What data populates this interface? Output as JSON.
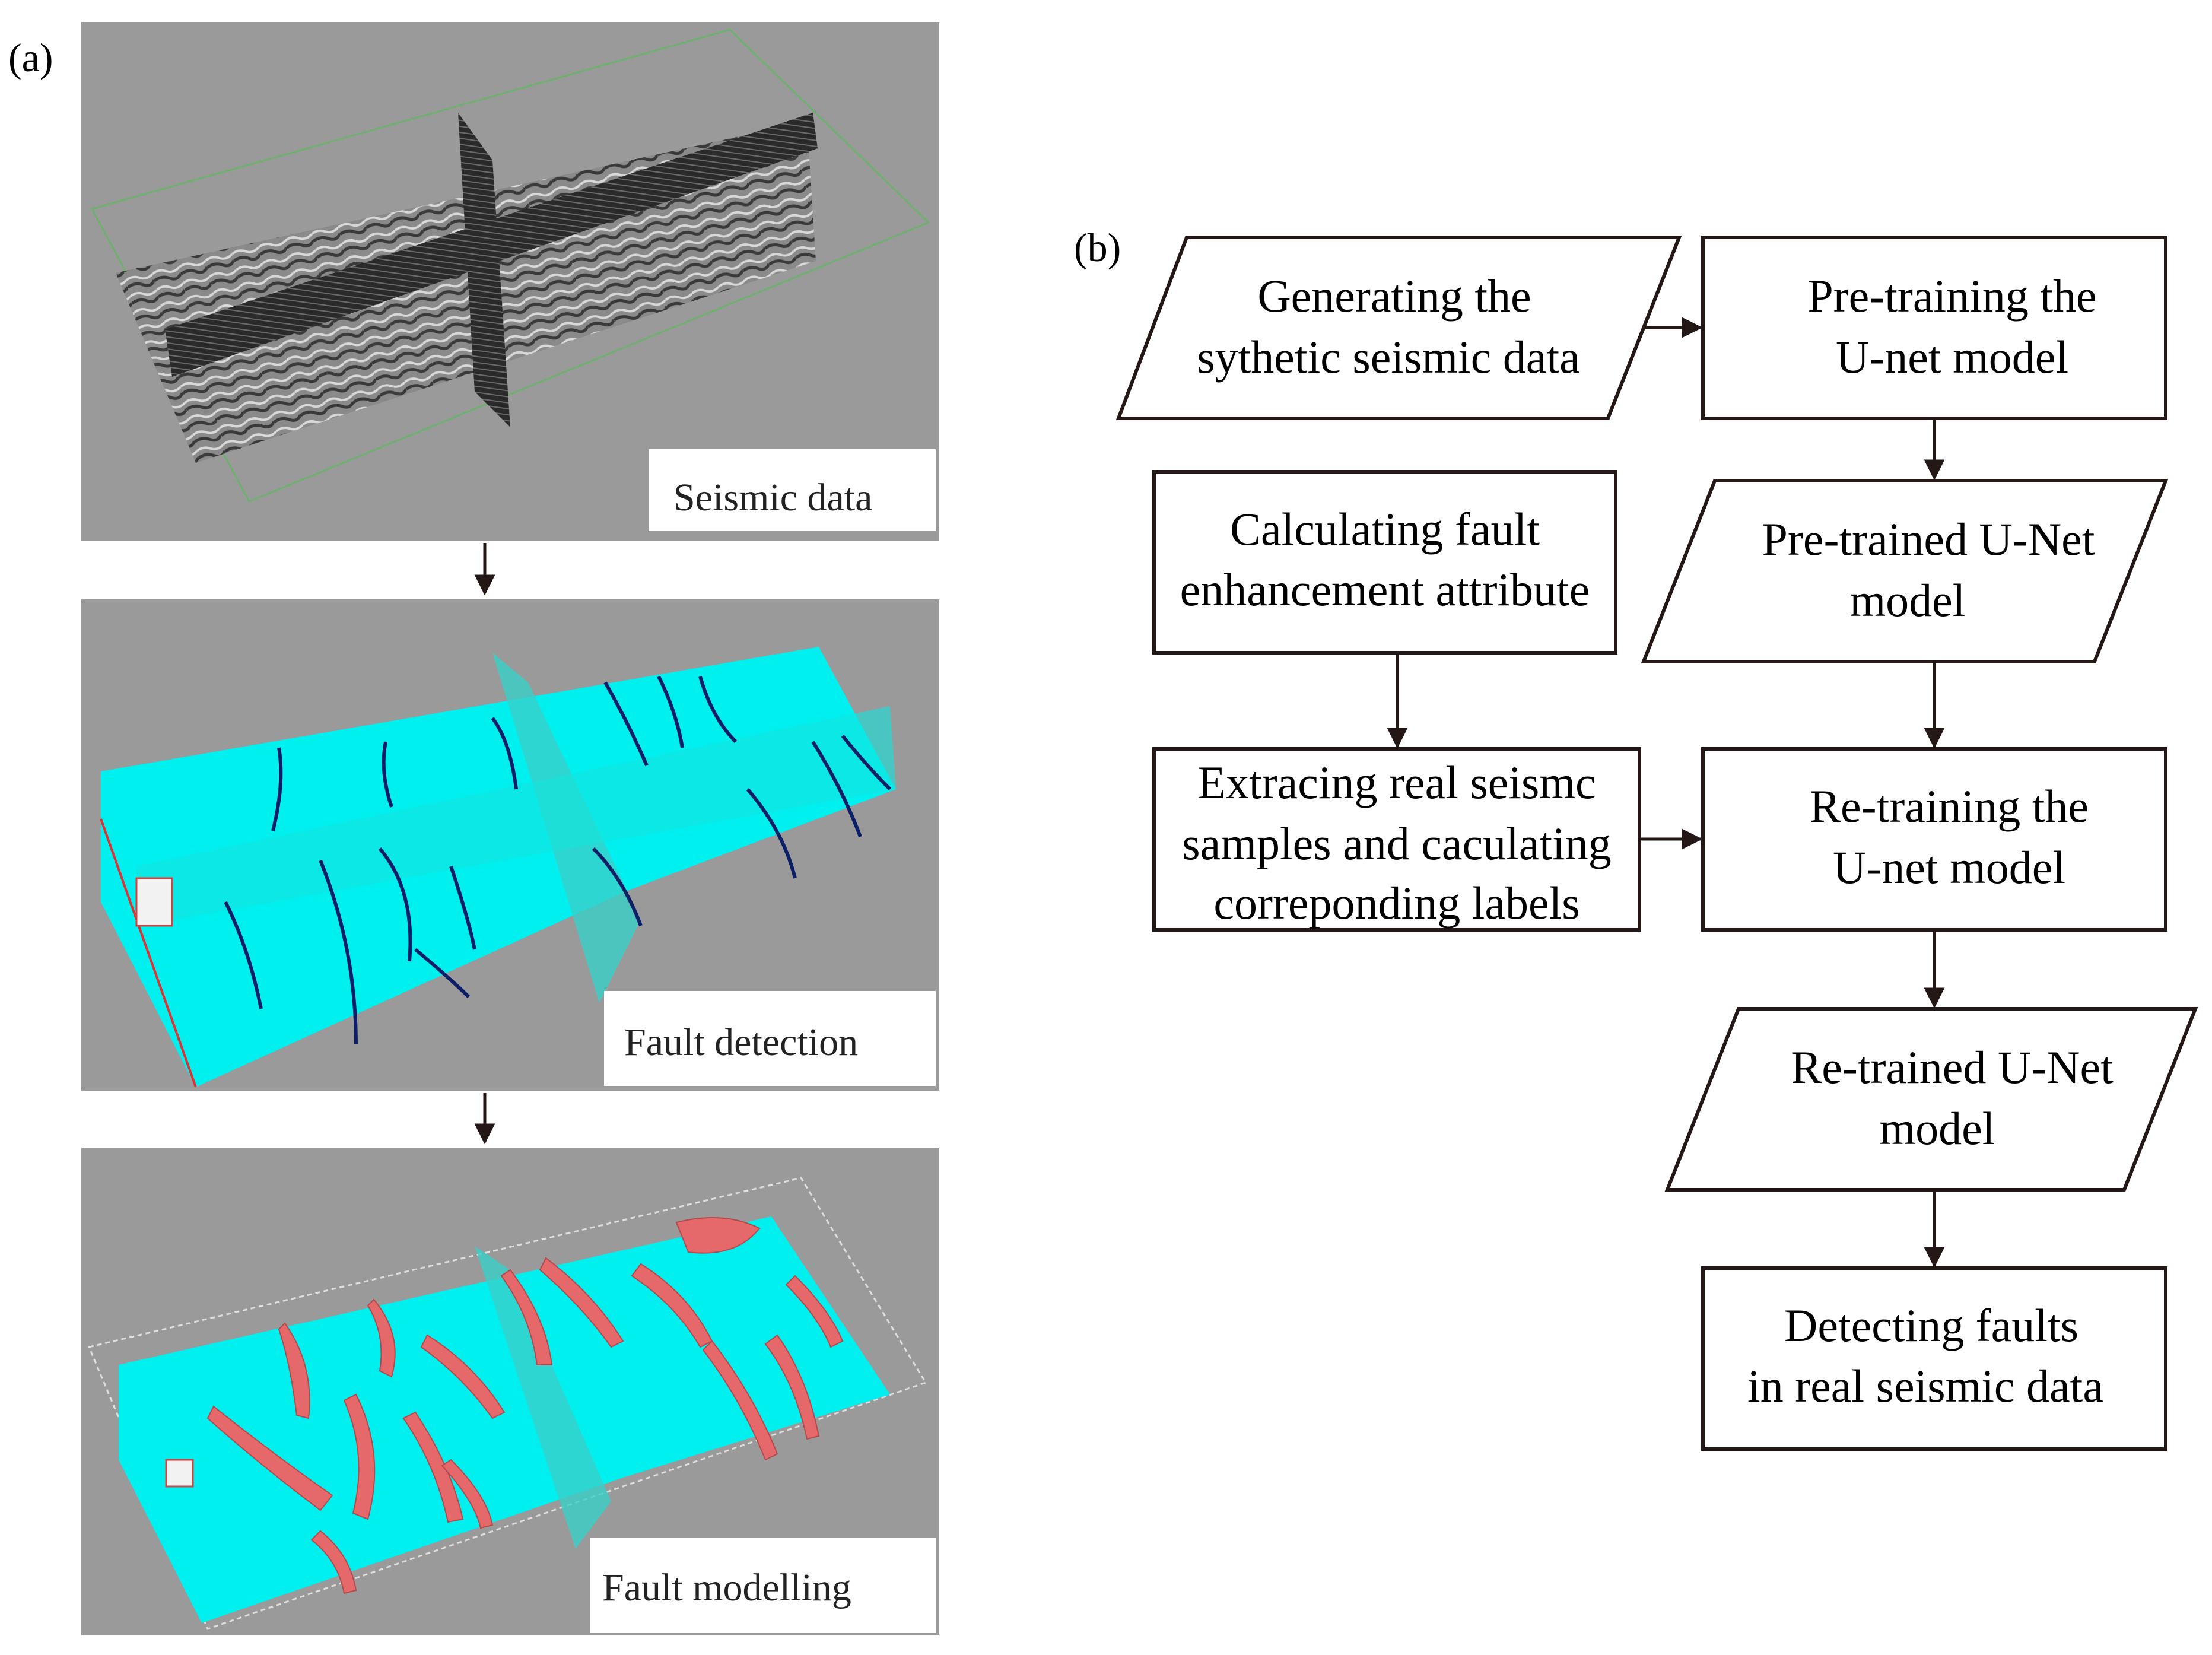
{
  "panel_a": {
    "label": "(a)",
    "captions": {
      "seismic": "Seismic data",
      "detection": "Fault detection",
      "modelling": "Fault modelling"
    },
    "colors": {
      "viewport_bg": "#9a9a9a",
      "seismic_grey": "#7d7d7d",
      "attribute_cyan": "#00f0f0",
      "fault_line": "#0d1f66",
      "fault_surface": "#e5696b"
    }
  },
  "panel_b": {
    "label": "(b)",
    "nodes": {
      "generate": {
        "shape": "parallelogram",
        "lines": [
          "Generating the",
          "sythetic seismic data"
        ]
      },
      "pretrain": {
        "shape": "rectangle",
        "lines": [
          "Pre-training the",
          "U-net model"
        ]
      },
      "pretrained": {
        "shape": "parallelogram",
        "lines": [
          "Pre-trained U-Net",
          "model"
        ]
      },
      "fault_attr": {
        "shape": "rectangle",
        "lines": [
          "Calculating fault",
          "enhancement attribute"
        ]
      },
      "extract": {
        "shape": "rectangle",
        "lines": [
          "Extracing real seismc",
          "samples and caculating",
          "correponding labels"
        ]
      },
      "retrain": {
        "shape": "rectangle",
        "lines": [
          "Re-training the",
          "U-net model"
        ]
      },
      "retrained": {
        "shape": "parallelogram",
        "lines": [
          "Re-trained U-Net",
          "model"
        ]
      },
      "detect": {
        "shape": "rectangle",
        "lines": [
          "Detecting faults",
          "in real seismic data"
        ]
      }
    },
    "edges": [
      [
        "generate",
        "pretrain"
      ],
      [
        "pretrain",
        "pretrained"
      ],
      [
        "pretrained",
        "retrain"
      ],
      [
        "fault_attr",
        "extract"
      ],
      [
        "extract",
        "retrain"
      ],
      [
        "retrain",
        "retrained"
      ],
      [
        "retrained",
        "detect"
      ]
    ],
    "stroke_color": "#231815"
  }
}
